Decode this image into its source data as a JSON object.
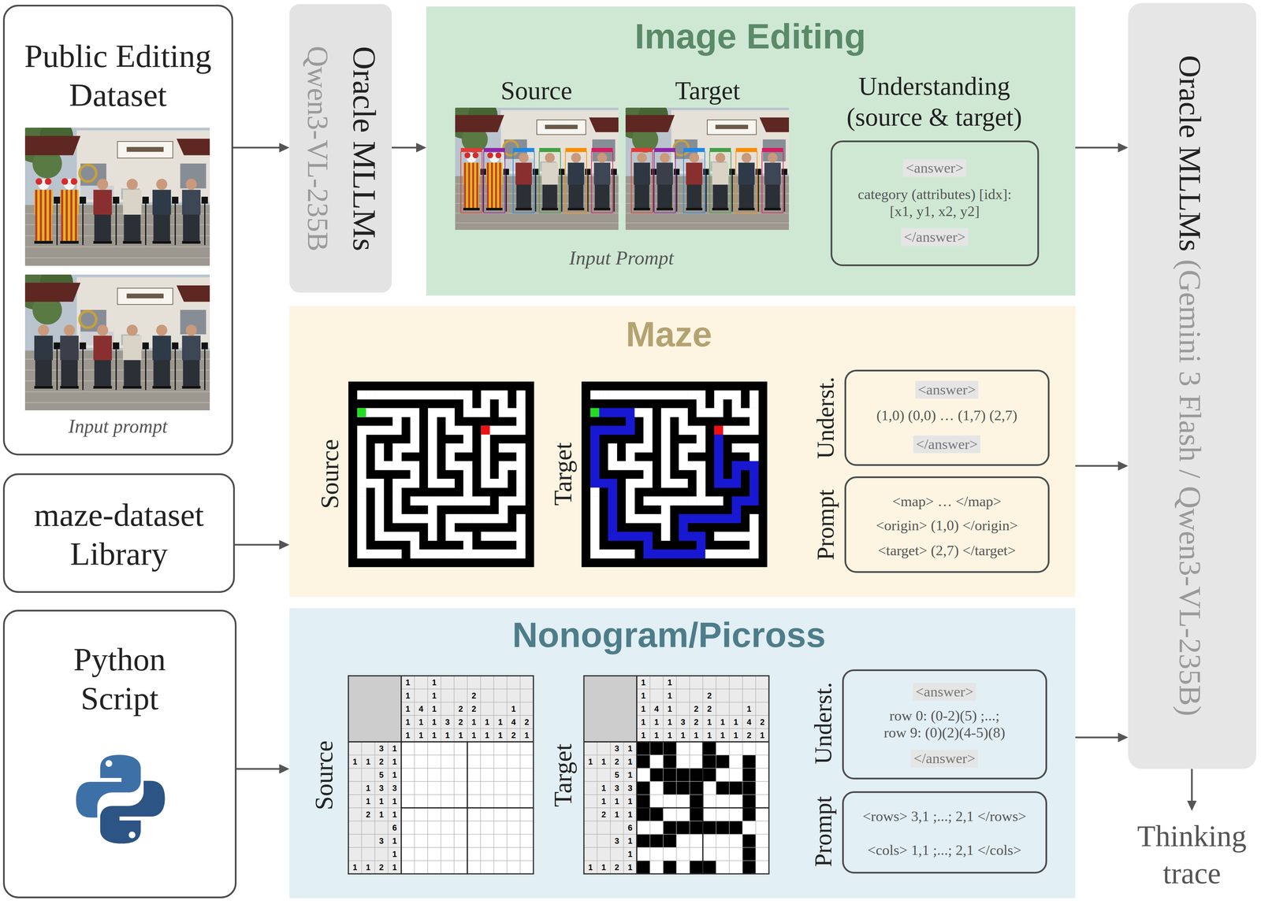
{
  "diagram": {
    "nodes": [
      {
        "text": [
          "Public Editing Dataset",
          "Input prompt"
        ]
      },
      {
        "text": [
          "maze-dataset Library"
        ]
      },
      {
        "text": [
          "Python Script"
        ]
      },
      {
        "text": [
          "Oracle MLLMs",
          "Qwen3-VL-235B"
        ]
      },
      {
        "text": [
          "Image Editing"
        ]
      },
      {
        "text": [
          "Understanding (source & target)",
          "<answer>",
          "category (attributes) [idx]:",
          "[x1, y1, x2, y2]",
          "</answer>"
        ],
        "in": 4
      },
      {
        "text": [
          "Maze"
        ]
      },
      {
        "text": [
          "Underst.",
          "<answer>",
          "(1,0) (0,0) … (1,7) (2,7)",
          "</answer>"
        ],
        "in": 6
      },
      {
        "text": [
          "Prompt",
          "<map> … </map>",
          "<origin> (1,0) </origin>",
          "<target> (2,7) </target>"
        ],
        "in": 6
      },
      {
        "text": [
          "Nonogram/Picross"
        ]
      },
      {
        "text": [
          "Underst.",
          "<answer>",
          "row 0: (0-2)(5) ;...;",
          "row 9: (0)(2)(4-5)(8)",
          "</answer>"
        ],
        "in": 9
      },
      {
        "text": [
          "Prompt",
          "<rows> 3,1 ;...; 2,1 </rows>",
          "<cols> 1,1 ;...; 2,1 </cols>"
        ],
        "in": 9
      },
      {
        "text": [
          "Oracle MLLMs",
          "(Gemini 3 Flash / Qwen3-VL-235B)"
        ]
      },
      {
        "text": [
          "Thinking trace"
        ]
      }
    ],
    "edges": [
      {
        "from": 0,
        "to": 3,
        "arrow": "to"
      },
      {
        "from": 3,
        "to": 4,
        "arrow": "to"
      },
      {
        "from": 1,
        "to": 6,
        "arrow": "to"
      },
      {
        "from": 2,
        "to": 9,
        "arrow": "to"
      },
      {
        "from": 4,
        "to": 12,
        "arrow": "to"
      },
      {
        "from": 6,
        "to": 12,
        "arrow": "to"
      },
      {
        "from": 9,
        "to": 12,
        "arrow": "to"
      },
      {
        "from": 12,
        "to": 13,
        "arrow": "to"
      }
    ],
    "labels": [
      "Source",
      "Target",
      "Input Prompt",
      "Source",
      "Target",
      "Source",
      "Target",
      "1 1 1 1 1",
      "4 1 1",
      "1 1 1 1 1",
      "3 1",
      "2 2 1",
      "2 2 1 1",
      "1 1",
      "1 1",
      "1 4 2",
      "2 1",
      "3 1",
      "1 1 2 1",
      "5 1",
      "1 3 3",
      "1 1 1",
      "2 1 1",
      "6",
      "3 1",
      "1",
      "1 1 2 1",
      "1 1 1 1 1",
      "4 1 1",
      "1 1 1 1 1",
      "3 1",
      "2 2 1",
      "2 2 1 1",
      "1 1",
      "1 1",
      "1 4 2",
      "2 1",
      "3 1",
      "1 1 2 1",
      "5 1",
      "1 3 3",
      "1 1 1",
      "2 1 1",
      "6",
      "3 1",
      "1",
      "1 1 2 1"
    ]
  }
}
